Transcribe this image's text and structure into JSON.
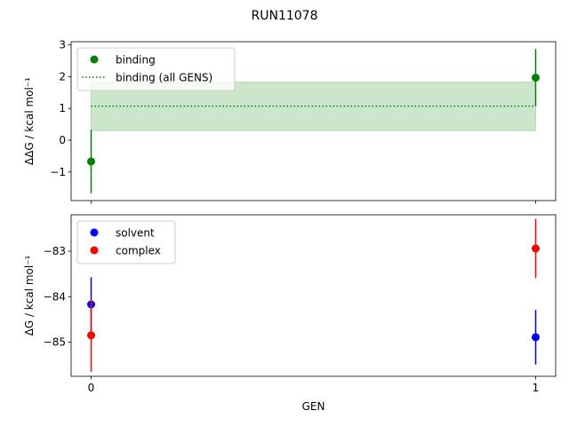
{
  "chart_data": [
    {
      "type": "scatter",
      "suptitle": "RUN11078",
      "ylabel": "ΔΔG / kcal mol⁻¹",
      "ylim": [
        -1.9,
        3.1
      ],
      "yticks": [
        -1,
        0,
        1,
        2,
        3
      ],
      "ytick_labels": [
        "−1",
        "0",
        "1",
        "2",
        "3"
      ],
      "x_range": [
        -0.045,
        1.045
      ],
      "xticks": [
        0,
        1
      ],
      "legend": "top-left",
      "series": [
        {
          "name": "binding",
          "color": "#008000",
          "x": [
            0,
            1
          ],
          "y": [
            -0.67,
            1.97
          ],
          "err": [
            1.0,
            0.9
          ]
        }
      ],
      "reference": {
        "name": "binding (all GENS)",
        "color": "#008000",
        "style": "dotted",
        "value": 1.07,
        "band": [
          0.3,
          1.83
        ],
        "band_color": "#008000",
        "band_opacity": 0.2
      }
    },
    {
      "type": "scatter",
      "ylabel": "ΔG / kcal mol⁻¹",
      "xlabel": "GEN",
      "ylim": [
        -85.75,
        -82.2
      ],
      "yticks": [
        -85,
        -84,
        -83
      ],
      "ytick_labels": [
        "−85",
        "−84",
        "−83"
      ],
      "x_range": [
        -0.045,
        1.045
      ],
      "xticks": [
        0,
        1
      ],
      "xtick_labels": [
        "0",
        "1"
      ],
      "legend": "top-left",
      "series": [
        {
          "name": "solvent",
          "color": "#0000ff",
          "x": [
            0,
            1
          ],
          "y": [
            -84.17,
            -84.89
          ],
          "err": [
            0.6,
            0.6
          ]
        },
        {
          "name": "complex",
          "color": "#ff0000",
          "x": [
            0,
            1
          ],
          "y": [
            -84.85,
            -82.94
          ],
          "err": [
            0.8,
            0.65
          ]
        }
      ]
    }
  ]
}
